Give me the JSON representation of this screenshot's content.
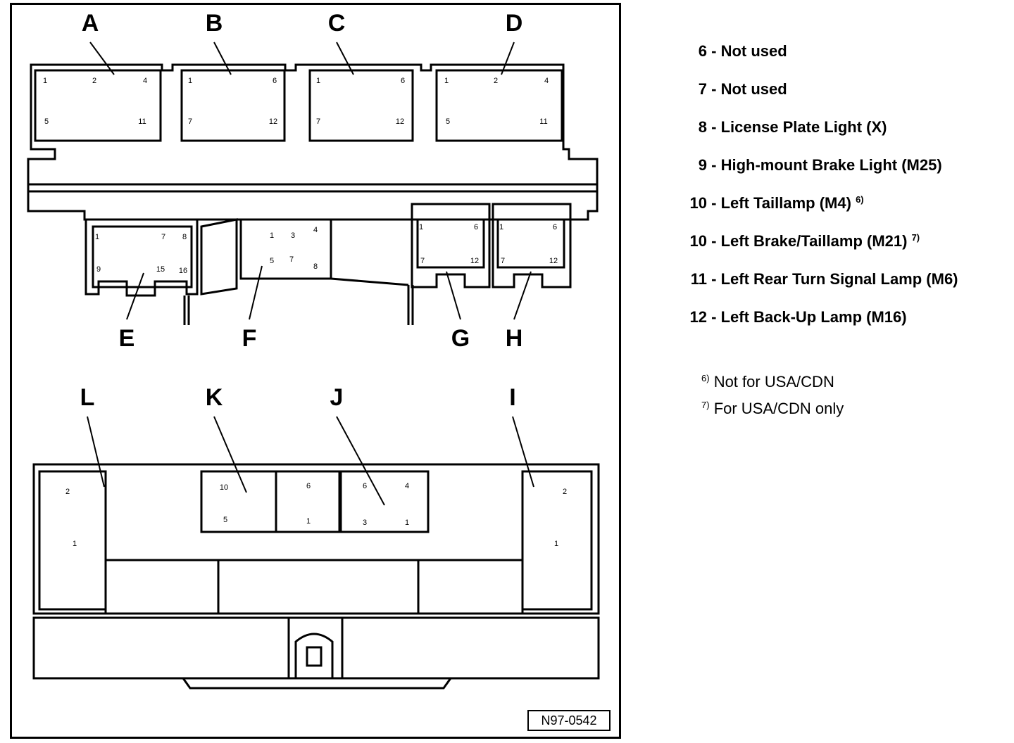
{
  "connector_labels": {
    "top": [
      "A",
      "B",
      "C",
      "D"
    ],
    "middle": [
      "E",
      "F",
      "G",
      "H"
    ],
    "bottom": [
      "L",
      "K",
      "J",
      "I"
    ]
  },
  "pin_numbers": {
    "A": [
      "1",
      "2",
      "4",
      "5",
      "11"
    ],
    "B": [
      "1",
      "6",
      "7",
      "12"
    ],
    "C": [
      "1",
      "6",
      "7",
      "12"
    ],
    "D": [
      "1",
      "2",
      "4",
      "5",
      "11"
    ],
    "E": [
      "1",
      "7",
      "8",
      "9",
      "15",
      "16"
    ],
    "F": [
      "1",
      "3",
      "4",
      "5",
      "7",
      "8"
    ],
    "G": [
      "1",
      "6",
      "7",
      "12"
    ],
    "H": [
      "1",
      "6",
      "7",
      "12"
    ],
    "L": [
      "2",
      "1"
    ],
    "K": [
      "10",
      "6",
      "5",
      "1"
    ],
    "J": [
      "6",
      "4",
      "3",
      "1"
    ],
    "I": [
      "2",
      "1"
    ]
  },
  "legend": [
    {
      "num": "6",
      "text": "Not used",
      "note": ""
    },
    {
      "num": "7",
      "text": "Not used",
      "note": ""
    },
    {
      "num": "8",
      "text": "License Plate Light (X)",
      "note": ""
    },
    {
      "num": "9",
      "text": "High-mount Brake Light (M25)",
      "note": ""
    },
    {
      "num": "10",
      "text": "Left Taillamp (M4)",
      "note": "6)"
    },
    {
      "num": "10",
      "text": "Left Brake/Taillamp (M21)",
      "note": "7)"
    },
    {
      "num": "11",
      "text": "Left Rear Turn Signal Lamp (M6)",
      "note": ""
    },
    {
      "num": "12",
      "text": "Left Back-Up Lamp (M16)",
      "note": ""
    }
  ],
  "footnotes": [
    {
      "mark": "6)",
      "text": "Not for USA/CDN"
    },
    {
      "mark": "7)",
      "text": "For USA/CDN only"
    }
  ],
  "figure_id": "N97-0542"
}
